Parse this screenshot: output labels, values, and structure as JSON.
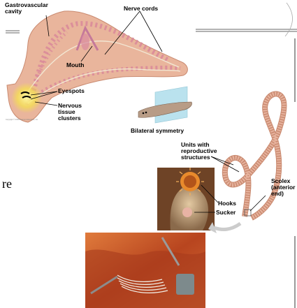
{
  "slide": {
    "text_fragment": "re",
    "copyright": "Copyright © 2008 Pearson Education, Inc."
  },
  "flatworm": {
    "labels": {
      "gastrovascular": "Gastrovascular\ncavity",
      "nerve_cords": "Nerve cords",
      "mouth": "Mouth",
      "eyespots": "Eyespots",
      "nervous": "Nervous\ntissue\nclusters"
    },
    "caption": "Bilateral symmetry"
  },
  "tapeworm": {
    "labels": {
      "units": "Units with\nreproductive\nstructures",
      "scolex": "Scolex\n(anterior\nend)",
      "hooks": "Hooks",
      "sucker": "Sucker"
    }
  },
  "colors": {
    "flatworm_body": "#e9b59c",
    "flatworm_pattern": "#d8869a",
    "symmetry_plane": "#a9dcea",
    "tapeworm_body": "#e7b39e",
    "nerve_glow": "#f6e34a",
    "photo_bg": "#c2562a"
  }
}
